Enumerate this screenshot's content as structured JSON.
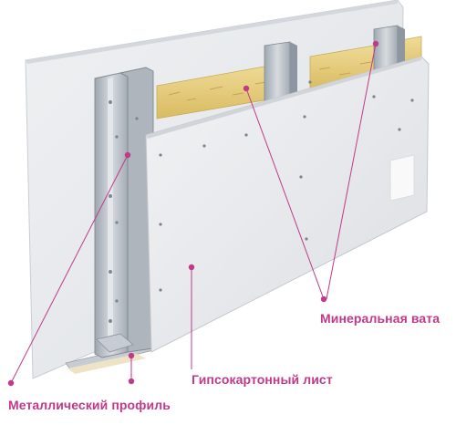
{
  "labels": {
    "mineral_wool": "Минеральная вата",
    "gypsum_board": "Гипсокартонный лист",
    "metal_profile": "Металлический профиль"
  },
  "colors": {
    "callout": "#c0398a",
    "board": "#e9ebee",
    "wool": "#e7cf7e",
    "metal": "#b9c0c8"
  }
}
